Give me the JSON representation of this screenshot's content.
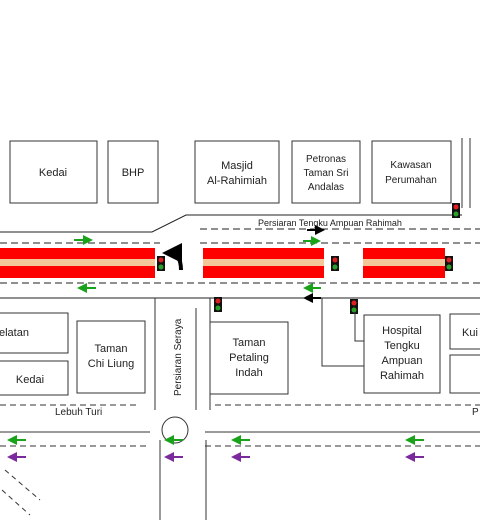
{
  "buildings": {
    "kedai_top": "Kedai",
    "bhp": "BHP",
    "masjid_1": "Masjid",
    "masjid_2": "Al-Rahimiah",
    "petronas_1": "Petronas",
    "petronas_2": "Taman Sri",
    "petronas_3": "Andalas",
    "kawasan_1": "Kawasan",
    "kawasan_2": "Perumahan",
    "pelatan": "elatan",
    "kedai_bottom": "Kedai",
    "chiliung_1": "Taman",
    "chiliung_2": "Chi Liung",
    "petaling_1": "Taman",
    "petaling_2": "Petaling",
    "petaling_3": "Indah",
    "hospital_1": "Hospital",
    "hospital_2": "Tengku",
    "hospital_3": "Ampuan",
    "hospital_4": "Rahimah",
    "kui": "Kui"
  },
  "roads": {
    "persiaran_tengku": "Persiaran Tengku Ampuan Rahimah",
    "persiaran_seraya": "Persiaran Seraya",
    "lebuh_turi": "Lebuh Turi",
    "right_cut": "P"
  },
  "colors": {
    "median_red": "#ff0000",
    "median_stripe": "#f2c79a",
    "arrow_green": "#1aa31a",
    "arrow_black": "#000000",
    "arrow_purple": "#7a2a9a"
  }
}
